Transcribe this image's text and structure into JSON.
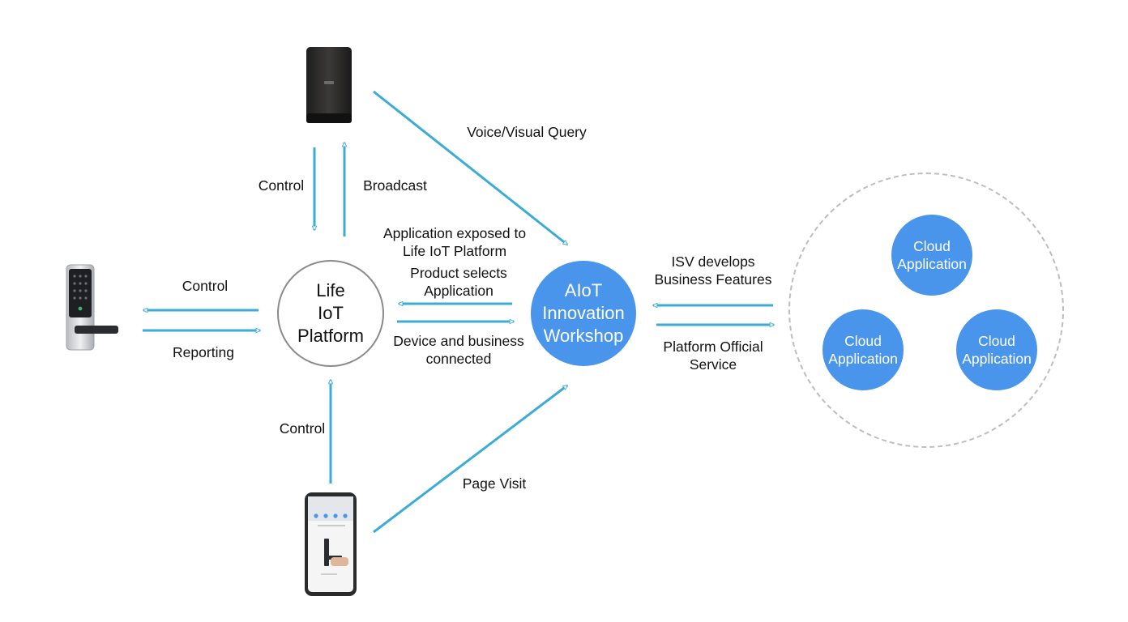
{
  "colors": {
    "arrow": "#3aacd6",
    "aiot_node": "#4a95ec",
    "cloud_node": "#4a95ec",
    "life_node_border": "#8a8a8a",
    "cluster_border": "#bdbdbd"
  },
  "nodes": {
    "life_iot_platform": [
      "Life",
      "IoT",
      "Platform"
    ],
    "aiot_workshop": [
      "AIoT",
      "Innovation",
      "Workshop"
    ],
    "cloud_apps": [
      [
        "Cloud",
        "Application"
      ],
      [
        "Cloud",
        "Application"
      ],
      [
        "Cloud",
        "Application"
      ]
    ]
  },
  "devices": {
    "smart_speaker_icon": "smart-speaker-icon",
    "door_lock_icon": "smart-door-lock-icon",
    "smartphone_icon": "smartphone-icon"
  },
  "edges": {
    "speaker_control": "Control",
    "speaker_broadcast": "Broadcast",
    "voice_visual_query": "Voice/Visual Query",
    "lock_control": "Control",
    "lock_reporting": "Reporting",
    "phone_control": "Control",
    "page_visit": "Page Visit",
    "app_exposed": [
      "Application exposed to",
      "Life IoT Platform"
    ],
    "product_selects": [
      "Product selects",
      "Application"
    ],
    "device_connected": [
      "Device and business",
      "connected"
    ],
    "isv_develops": [
      "ISV develops",
      "Business Features"
    ],
    "platform_official": [
      "Platform Official",
      "Service"
    ]
  }
}
